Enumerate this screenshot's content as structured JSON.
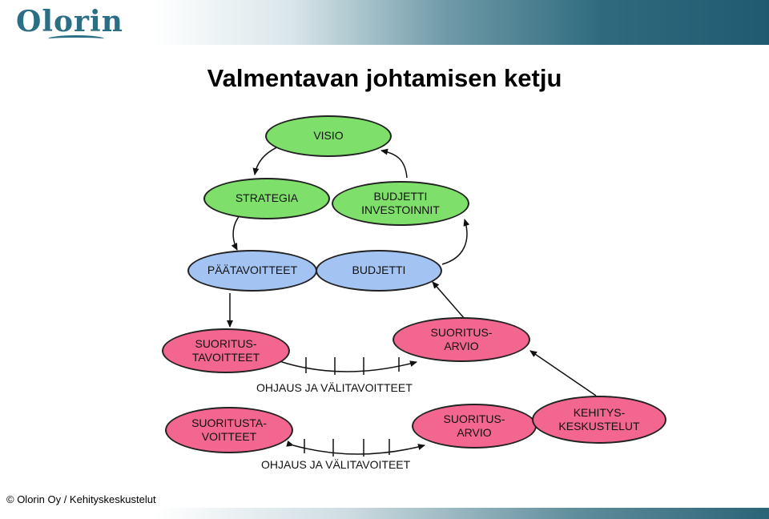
{
  "logo": "Olorin",
  "title": "Valmentavan johtamisen ketju",
  "nodes": {
    "visio": "VISIO",
    "strategia": "STRATEGIA",
    "budjetti_investoinnit": "BUDJETTI\nINVESTOINNIT",
    "paatavoitteet": "PÄÄTAVOITTEET",
    "budjetti": "BUDJETTI",
    "suoritustavoitteet_1": "SUORITUS-\nTAVOITTEET",
    "suoritusarvio_1": "SUORITUS-\nARVIO",
    "suoritustavoitteet_2": "SUORITUSTA-\nVOITTEET",
    "suoritusarvio_2": "SUORITUS-\nARVIO",
    "kehityskeskustelut": "KEHITYS-\nKESKUSTELUT"
  },
  "flows": {
    "ohjaus_1": "OHJAUS JA VÄLITAVOITTEET",
    "ohjaus_2": "OHJAUS JA VÄLITAVOITEET"
  },
  "footer": "© Olorin Oy / Kehityskeskustelut",
  "colors": {
    "green": "#7ee06a",
    "blue": "#a3c3f2",
    "pink": "#f2668f"
  }
}
